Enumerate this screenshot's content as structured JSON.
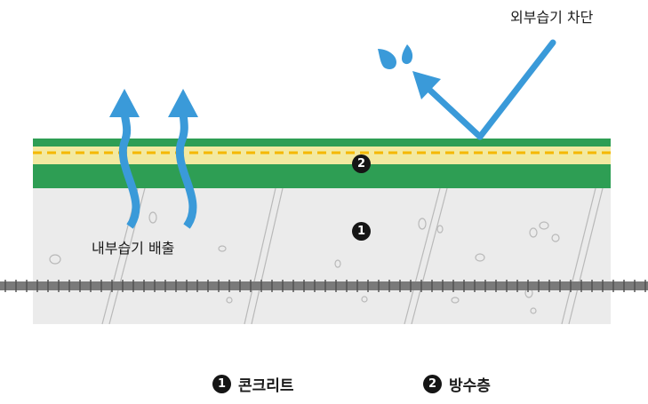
{
  "labels": {
    "external_moisture": "외부습기 차단",
    "internal_moisture": "내부습기 배출"
  },
  "markers": {
    "concrete": "1",
    "waterproof": "2"
  },
  "legend": [
    {
      "number": "1",
      "label": "콘크리트"
    },
    {
      "number": "2",
      "label": "방수층"
    }
  ],
  "colors": {
    "arrow_blue": "#3a9ad9",
    "membrane_green": "#2e9e54",
    "membrane_yellow": "#f3e9a0",
    "concrete_gray": "#ebebeb",
    "rebar_gray": "#7a7a7a"
  },
  "icons": [
    "water-drop-icon",
    "arrow-icon"
  ]
}
